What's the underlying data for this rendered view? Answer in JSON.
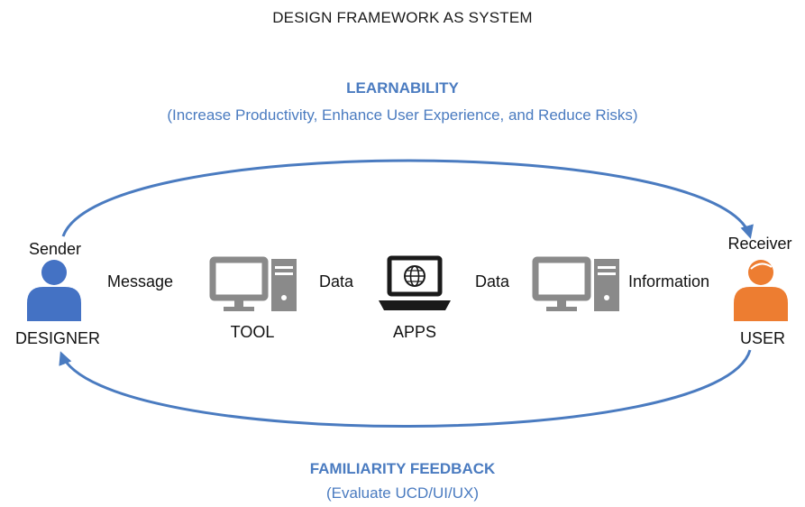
{
  "title": "DESIGN FRAMEWORK AS SYSTEM",
  "top_arc": {
    "heading": "LEARNABILITY",
    "subheading": "(Increase Productivity, Enhance User Experience, and Reduce Risks)"
  },
  "bottom_arc": {
    "heading": "FAMILIARITY FEEDBACK",
    "subheading": "(Evaluate UCD/UI/UX)"
  },
  "sender": {
    "role": "Sender",
    "name": "DESIGNER"
  },
  "receiver": {
    "role": "Receiver",
    "name": "USER"
  },
  "flow": {
    "message": "Message",
    "data_1": "Data",
    "data_2": "Data",
    "information": "Information"
  },
  "nodes": {
    "tool": "TOOL",
    "apps": "APPS"
  },
  "colors": {
    "arrow": "#4a7bc0",
    "designer": "#4472c4",
    "user": "#ed7d31",
    "computer": "#8a8a8a",
    "laptop": "#1a1a1a"
  },
  "icons": {
    "designer": "person-icon",
    "user": "person-icon",
    "tool": "desktop-computer-icon",
    "apps": "laptop-globe-icon",
    "receiver_computer": "desktop-computer-icon"
  }
}
